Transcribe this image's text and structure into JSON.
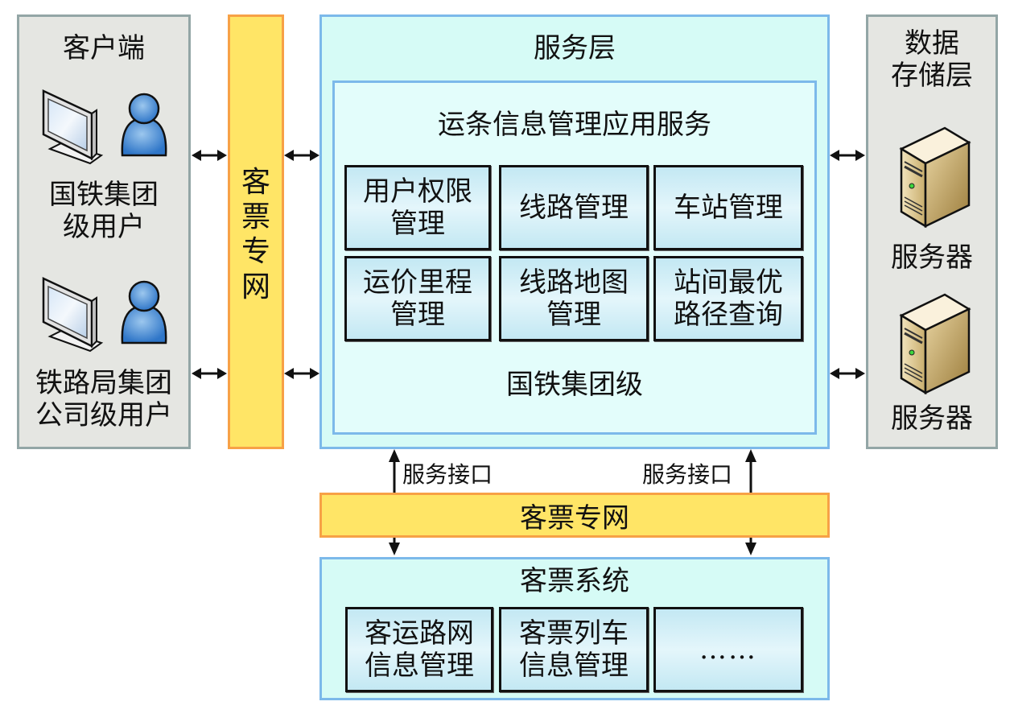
{
  "client_panel": {
    "title": "客户端",
    "users": [
      {
        "label": "国铁集团\n级用户",
        "icons": [
          "monitor-icon",
          "user-icon"
        ]
      },
      {
        "label": "铁路局集团\n公司级用户",
        "icons": [
          "monitor-icon",
          "user-icon"
        ]
      }
    ]
  },
  "network_vertical": {
    "label": "客\n票\n专\n网"
  },
  "service_layer": {
    "title": "服务层",
    "app_service": {
      "title": "运条信息管理应用服务",
      "modules": [
        "用户权限\n管理",
        "线路管理",
        "车站管理",
        "运价里程\n管理",
        "线路地图\n管理",
        "站间最优\n路径查询"
      ],
      "level": "国铁集团级"
    }
  },
  "data_storage": {
    "title": "数据\n存储层",
    "servers": [
      {
        "label": "服务器",
        "icon": "server-icon"
      },
      {
        "label": "服务器",
        "icon": "server-icon"
      }
    ]
  },
  "interfaces": {
    "left_label": "服务接口",
    "right_label": "服务接口"
  },
  "network_horizontal": {
    "label": "客票专网"
  },
  "ticket_system": {
    "title": "客票系统",
    "modules": [
      "客运路网\n信息管理",
      "客票列车\n信息管理",
      "……"
    ]
  },
  "colors": {
    "gray_panel": "#e5e6e2",
    "gray_border": "#93a6a6",
    "network_fill": "#ffe566",
    "network_border": "#f7a146",
    "cyan_panel": "#d6fbf6",
    "cyan_border": "#7cb9ea",
    "user_blue": "#3b84d6",
    "server_gold": "#c9ad6e"
  }
}
